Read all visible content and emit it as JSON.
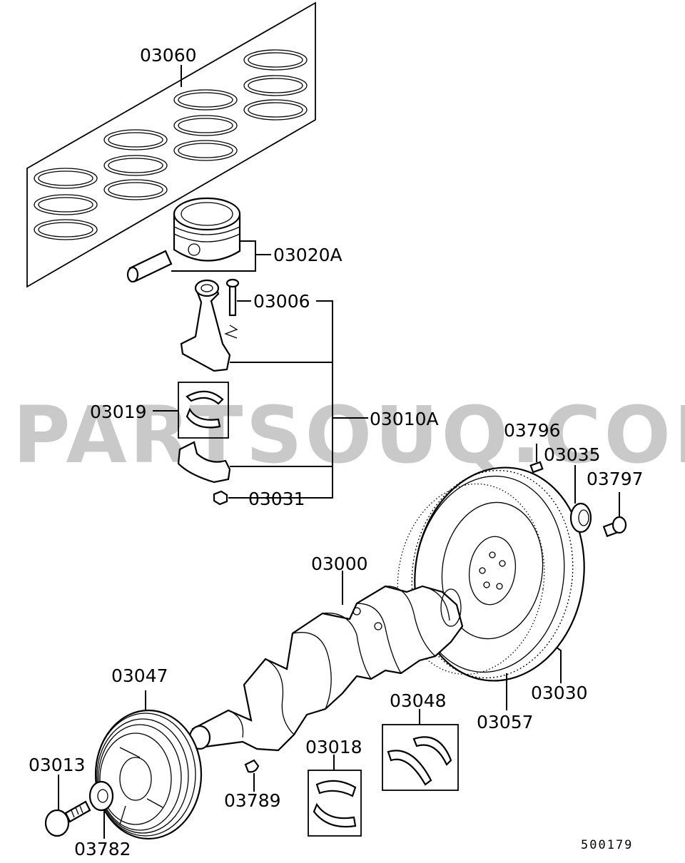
{
  "watermark": "PARTSOUQ.COM",
  "diagram_code": "500179",
  "parts": {
    "piston_rings": "03060",
    "piston_pin_set": "03020A",
    "rod_bolt": "03006",
    "rod_bearing": "03019",
    "connecting_rod_set": "03010A",
    "rod_nut": "03031",
    "flywheel_pin": "03796",
    "bearing_03035": "03035",
    "flywheel_bolt": "03797",
    "crankshaft": "03000",
    "flywheel": "03030",
    "ring_gear": "03057",
    "thrust_bearing": "03048",
    "crank_pulley": "03047",
    "main_bearing": "03018",
    "pulley_bolt": "03013",
    "woodruff_key": "03789",
    "pulley_washer": "03782"
  }
}
